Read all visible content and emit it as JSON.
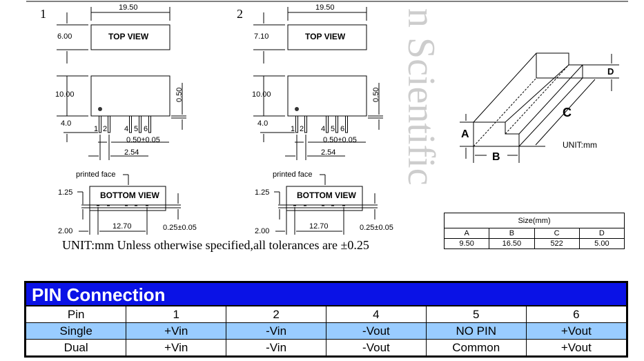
{
  "watermark": "n Scientific",
  "drawing1": {
    "index": "1",
    "width_dim": "19.50",
    "top_height_dim": "6.00",
    "top_view_label": "TOP VIEW",
    "side_height_dim": "10.00",
    "pin_length_dim": "4.0",
    "standoff_dim": "0.50",
    "pin_labels": [
      "1",
      "2",
      "4",
      "5",
      "6"
    ],
    "pin_width_dim": "0.50±0.05",
    "pitch_dim": "2.54",
    "printed_face": "printed face",
    "bottom_view_label": "BOTTOM VIEW",
    "bottom_offset_dim": "1.25",
    "bottom_edge_dim": "2.00",
    "bottom_span_dim": "12.70",
    "bottom_pin_dim": "0.25±0.05"
  },
  "drawing2": {
    "index": "2",
    "width_dim": "19.50",
    "top_height_dim": "7.10",
    "top_view_label": "TOP VIEW",
    "side_height_dim": "10.00",
    "pin_length_dim": "4.0",
    "standoff_dim": "0.50",
    "pin_labels": [
      "1",
      "2",
      "4",
      "5",
      "6"
    ],
    "pin_width_dim": "0.50±0.05",
    "pitch_dim": "2.54",
    "printed_face": "printed face",
    "bottom_view_label": "BOTTOM VIEW",
    "bottom_offset_dim": "1.25",
    "bottom_edge_dim": "2.00",
    "bottom_span_dim": "12.70",
    "bottom_pin_dim": "0.25±0.05"
  },
  "unit_note": "UNIT:mm Unless otherwise specified,all tolerances are ±0.25",
  "tube": {
    "labels": {
      "a": "A",
      "b": "B",
      "c": "C",
      "d": "D"
    },
    "unit": "UNIT:mm"
  },
  "size_table": {
    "caption": "Size(mm)",
    "headers": [
      "A",
      "B",
      "C",
      "D"
    ],
    "values": [
      "9.50",
      "16.50",
      "522",
      "5.00"
    ]
  },
  "pin_connection": {
    "title": "PIN Connection",
    "headers": [
      "Pin",
      "1",
      "2",
      "4",
      "5",
      "6"
    ],
    "rows": [
      [
        "Single",
        "+Vin",
        "-Vin",
        "-Vout",
        "NO PIN",
        "+Vout"
      ],
      [
        "Dual",
        "+Vin",
        "-Vin",
        "-Vout",
        "Common",
        "+Vout"
      ]
    ],
    "colors": {
      "header_bg": "#0a12e6",
      "alt_row": "#99ccff"
    }
  }
}
